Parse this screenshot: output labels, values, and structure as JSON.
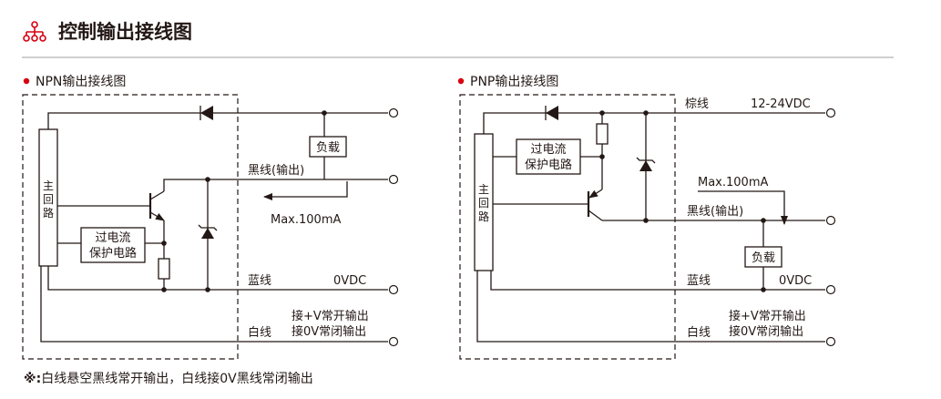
{
  "header": {
    "icon": "org-chart-icon",
    "title": "控制输出接线图",
    "accent_color": "#d7000f"
  },
  "npn": {
    "title": "NPN输出接线图",
    "main_circuit": [
      "主",
      "回",
      "路"
    ],
    "load": "负载",
    "protect_line1": "过电流",
    "protect_line2": "保护电路",
    "black_wire": "黑线(输出)",
    "max_current": "Max.100mA",
    "blue_wire": "蓝线",
    "zero_vdc": "0VDC",
    "white_wire": "白线",
    "mode_no": "接+V常开输出",
    "mode_nc": "接0V常闭输出"
  },
  "pnp": {
    "title": "PNP输出接线图",
    "main_circuit": [
      "主",
      "回",
      "路"
    ],
    "brown_wire": "棕线",
    "supply": "12-24VDC",
    "protect_line1": "过电流",
    "protect_line2": "保护电路",
    "max_current": "Max.100mA",
    "black_wire": "黑线(输出)",
    "load": "负载",
    "blue_wire": "蓝线",
    "zero_vdc": "0VDC",
    "white_wire": "白线",
    "mode_no": "接+V常开输出",
    "mode_nc": "接0V常闭输出"
  },
  "footnote": {
    "mark": "※:",
    "text": "白线悬空黑线常开输出，白线接0V黑线常闭输出"
  }
}
